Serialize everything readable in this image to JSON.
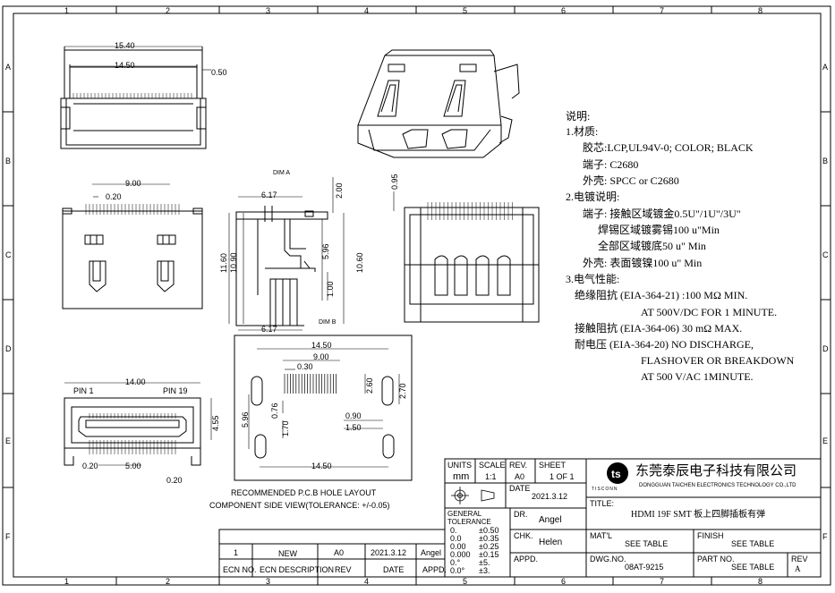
{
  "border": {
    "columns": [
      "1",
      "2",
      "3",
      "4",
      "5",
      "6",
      "7",
      "8"
    ],
    "rows": [
      "A",
      "B",
      "C",
      "D",
      "E",
      "F"
    ]
  },
  "dims": {
    "top_15_40": "15.40",
    "top_14_50": "14.50",
    "top_0_50": "0.50",
    "front_9_00": "9.00",
    "front_0_20": "0.20",
    "dim_a": "DIM A",
    "side_6_17_top": "6.17",
    "side_2_00": "2.00",
    "side_11_60": "11.60",
    "side_10_90": "10.90",
    "side_5_96": "5.96",
    "side_10_60": "10.60",
    "side_1_00": "1.00",
    "side_6_17_bottom": "6.17",
    "dim_b": "DIM B",
    "back_0_95": "0.95",
    "bottom_14_00": "14.00",
    "pin1": "PIN 1",
    "pin19": "PIN 19",
    "bottom_4_55": "4.55",
    "bottom_0_20_left": "0.20",
    "bottom_5_00": "5.00",
    "bottom_0_20_right": "0.20",
    "pcb_14_50_top": "14.50",
    "pcb_9_00": "9.00",
    "pcb_0_30": "0.30",
    "pcb_2_60": "2.60",
    "pcb_2_70": "2.70",
    "pcb_5_96": "5.96",
    "pcb_0_76": "0.76",
    "pcb_1_70": "1.70",
    "pcb_0_90": "0.90",
    "pcb_1_50": "1.50",
    "pcb_14_50_bottom": "14.50"
  },
  "pcb_caption": {
    "line1": "RECOMMENDED P.C.B HOLE LAYOUT",
    "line2": "COMPONENT SIDE VIEW(TOLERANCE: +/-0.05)"
  },
  "notes": [
    "说明:",
    "1.材质:",
    "胶芯:LCP,UL94V-0; COLOR; BLACK",
    "端子: C2680",
    "外壳: SPCC or C2680",
    "2.电镀说明:",
    "端子: 接触区域镀金0.5U\"/1U\"/3U\"",
    "焊锡区域镀雾锡100 u\"Min",
    "全部区域镀底50 u\" Min",
    "外壳: 表面镀镍100 u\" Min",
    "3.电气性能:",
    "绝缘阻抗 (EIA-364-21) :100 MΩ MIN.",
    "AT 500V/DC FOR 1 MINUTE.",
    "接触阻抗 (EIA-364-06) 30 mΩ MAX.",
    "耐电压 (EIA-364-20) NO DISCHARGE,",
    "FLASHOVER OR BREAKDOWN",
    "AT 500 V/AC 1MINUTE."
  ],
  "title_block": {
    "units_label": "UNITS",
    "units_value": "mm",
    "scale_label": "SCALE",
    "scale_value": "1:1",
    "rev_label": "REV.",
    "rev_value": "A0",
    "sheet_label": "SHEET",
    "sheet_value": "1 OF 1",
    "date_label": "DATE",
    "date_value": "2021.3.12",
    "company_cn": "东莞泰辰电子科技有限公司",
    "company_en": "DONGGUAN TAICHEN ELECTRONICS TECHNOLOGY CO.,LTD",
    "logo_text": "TISCONN",
    "general_tolerance": "GENERAL TOLERANCE",
    "tolerances": [
      {
        "place": "0.",
        "tol": "±0.50"
      },
      {
        "place": "0.0",
        "tol": "±0.35"
      },
      {
        "place": "0.00",
        "tol": "±0.25"
      },
      {
        "place": "0.000",
        "tol": "±0.15"
      },
      {
        "place": "0.°",
        "tol": "±5."
      },
      {
        "place": "0.0°",
        "tol": "±3."
      }
    ],
    "dr_label": "DR.",
    "dr_value": "Angel",
    "chk_label": "CHK.",
    "chk_value": "Helen",
    "appd_label": "APPD.",
    "title_label": "TITLE:",
    "title_value": "HDMI 19F SMT 板上四脚插板有弹",
    "matl_label": "MAT'L",
    "matl_value": "SEE TABLE",
    "finish_label": "FINISH",
    "finish_value": "SEE TABLE",
    "dwg_label": "DWG.NO.",
    "dwg_value": "08AT-9215",
    "partno_label": "PART NO.",
    "partno_value": "SEE TABLE",
    "rev2_label": "REV",
    "rev2_value": "A"
  },
  "revision_table": {
    "row": {
      "ecn_no": "1",
      "description": "NEW",
      "rev": "A0",
      "date": "2021.3.12",
      "appd": "Angel"
    },
    "headers": {
      "ecn_no": "ECN NO.",
      "description": "ECN DESCRIPTION",
      "rev": "REV",
      "date": "DATE",
      "appd": "APPD."
    }
  }
}
